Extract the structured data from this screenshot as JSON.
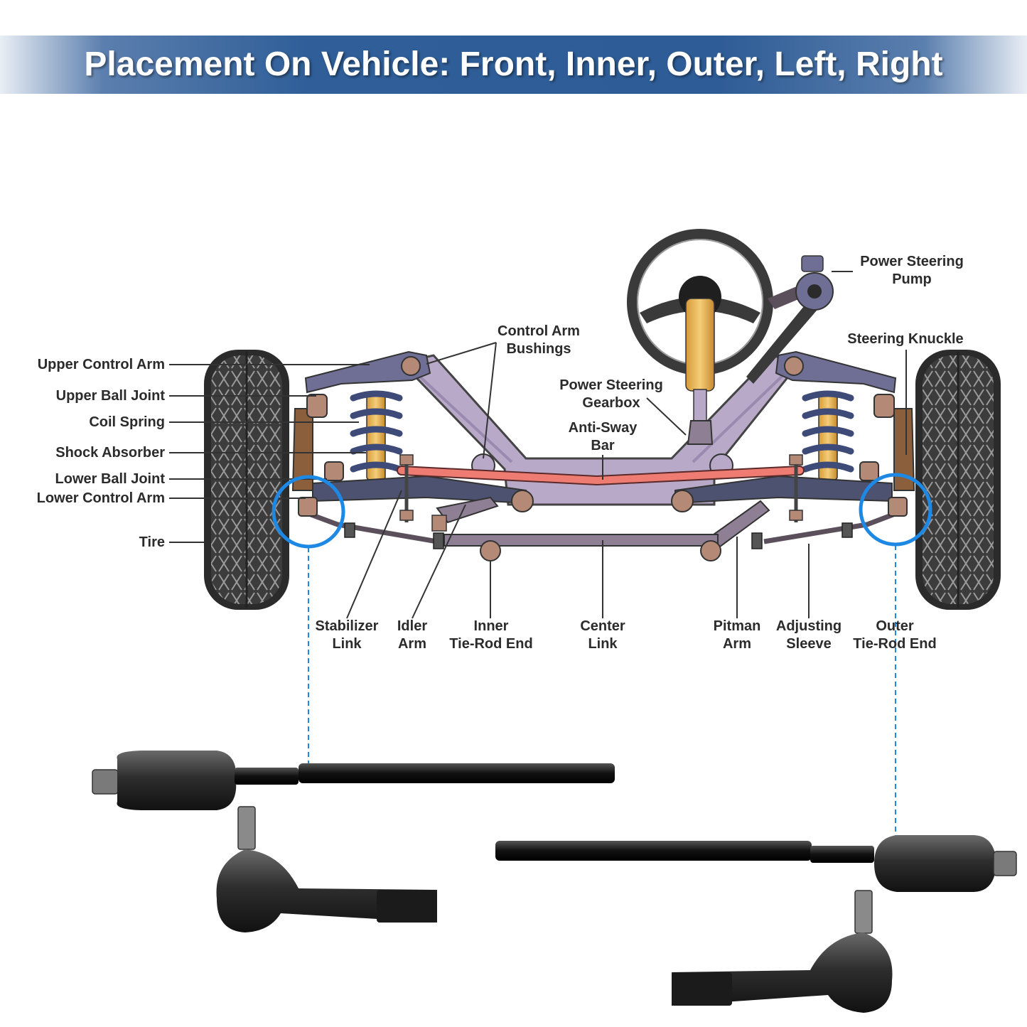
{
  "banner": {
    "title": "Placement On Vehicle: Front, Inner, Outer, Left, Right"
  },
  "labels": {
    "upper_control_arm": "Upper Control Arm",
    "upper_ball_joint": "Upper Ball Joint",
    "coil_spring": "Coil Spring",
    "shock_absorber": "Shock Absorber",
    "lower_ball_joint": "Lower Ball Joint",
    "lower_control_arm": "Lower Control Arm",
    "tire": "Tire",
    "control_arm_bushings_1": "Control Arm",
    "control_arm_bushings_2": "Bushings",
    "power_steering_gearbox_1": "Power Steering",
    "power_steering_gearbox_2": "Gearbox",
    "anti_sway_bar_1": "Anti-Sway",
    "anti_sway_bar_2": "Bar",
    "power_steering_pump_1": "Power Steering",
    "power_steering_pump_2": "Pump",
    "steering_knuckle": "Steering Knuckle",
    "stabilizer_link_1": "Stabilizer",
    "stabilizer_link_2": "Link",
    "idler_arm_1": "Idler",
    "idler_arm_2": "Arm",
    "inner_tie_rod_end_1": "Inner",
    "inner_tie_rod_end_2": "Tie-Rod End",
    "center_link_1": "Center",
    "center_link_2": "Link",
    "pitman_arm_1": "Pitman",
    "pitman_arm_2": "Arm",
    "adjusting_sleeve_1": "Adjusting",
    "adjusting_sleeve_2": "Sleeve",
    "outer_tie_rod_end_1": "Outer",
    "outer_tie_rod_end_2": "Tie-Rod End"
  },
  "colors": {
    "banner": "#2e5c96",
    "frame": "#b9a9c9",
    "sway_bar": "#ef7c72",
    "highlight": "#1e88e5",
    "tire": "#3a3a3a",
    "part": "#1f1f1f"
  }
}
